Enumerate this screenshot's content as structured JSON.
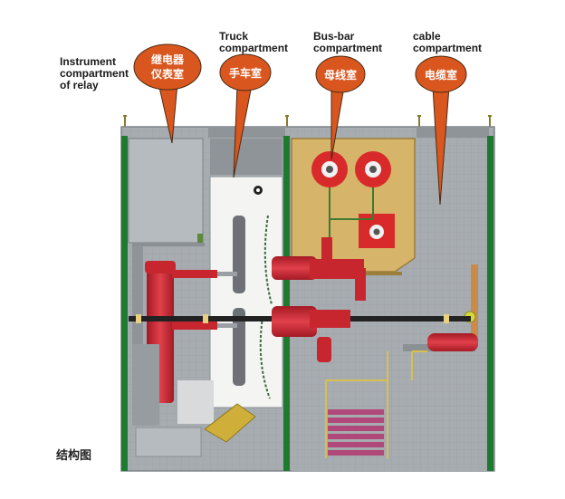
{
  "labels": {
    "instrument": "Instrument\ncompartment\nof relay",
    "truck": "Truck\ncompartment",
    "busbar": "Bus-bar\ncompartment",
    "cable": "cable\ncompartment"
  },
  "bubbles": {
    "relay": [
      "继电器",
      "仪表室"
    ],
    "truck": "手车室",
    "busbar": "母线室",
    "cable": "电缆室"
  },
  "caption": "结构图",
  "colors": {
    "bubble": "#d9571f",
    "frame": "#1e7a2e",
    "panel": "#a9aeb3",
    "breaker": "#d8303c",
    "busbar_chamber": "#d6b46a"
  }
}
